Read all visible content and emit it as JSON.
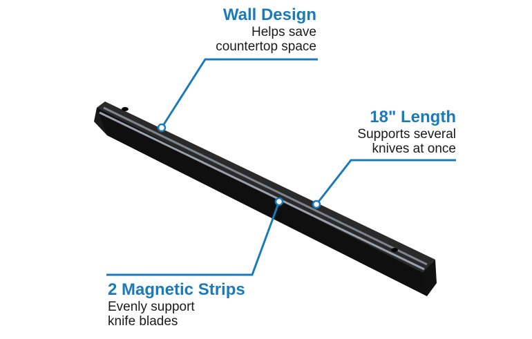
{
  "colors": {
    "accent": "#1a7bb8",
    "bar_body": "#1c1c1c",
    "bar_top": "#2a2a2a",
    "strip": "#9aa3ad"
  },
  "callouts": {
    "wall_design": {
      "title": "Wall Design",
      "line1": "Helps save",
      "line2": "countertop space"
    },
    "length": {
      "title": "18\" Length",
      "line1": "Supports several",
      "line2": "knives at once"
    },
    "strips": {
      "title": "2 Magnetic Strips",
      "line1": "Evenly support",
      "line2": "knife blades"
    }
  }
}
